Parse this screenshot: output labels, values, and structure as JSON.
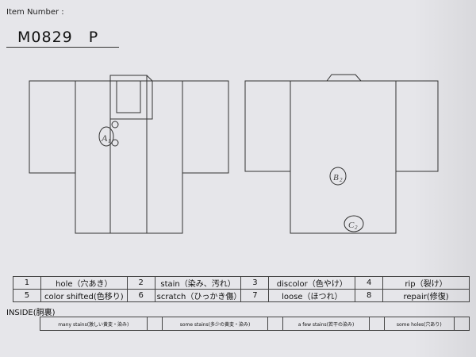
{
  "header": {
    "item_number_label": "Item Number :",
    "item_number_value": "M0829　P"
  },
  "marks": {
    "front": "A",
    "front_sub": "1",
    "back_1": "B",
    "back_1_sub": "2",
    "back_2": "C",
    "back_2_sub": "2"
  },
  "legend": [
    {
      "num": "1",
      "label": "hole（穴あき）"
    },
    {
      "num": "2",
      "label": "stain（染み、汚れ）"
    },
    {
      "num": "3",
      "label": "discolor（色やけ）"
    },
    {
      "num": "4",
      "label": "rip（裂け）"
    },
    {
      "num": "5",
      "label": "color shifted(色移り)"
    },
    {
      "num": "6",
      "label": "scratch（ひっかき傷）"
    },
    {
      "num": "7",
      "label": "loose（ほつれ）"
    },
    {
      "num": "8",
      "label": "repair(修復)"
    }
  ],
  "inside": {
    "title": "INSIDE(胴裏)",
    "items": [
      "many stains(激しい黄変・染み)",
      "some stains(多少の黄変・染み)",
      "a few stains(若干の染み)",
      "some holes(穴あり)"
    ]
  }
}
